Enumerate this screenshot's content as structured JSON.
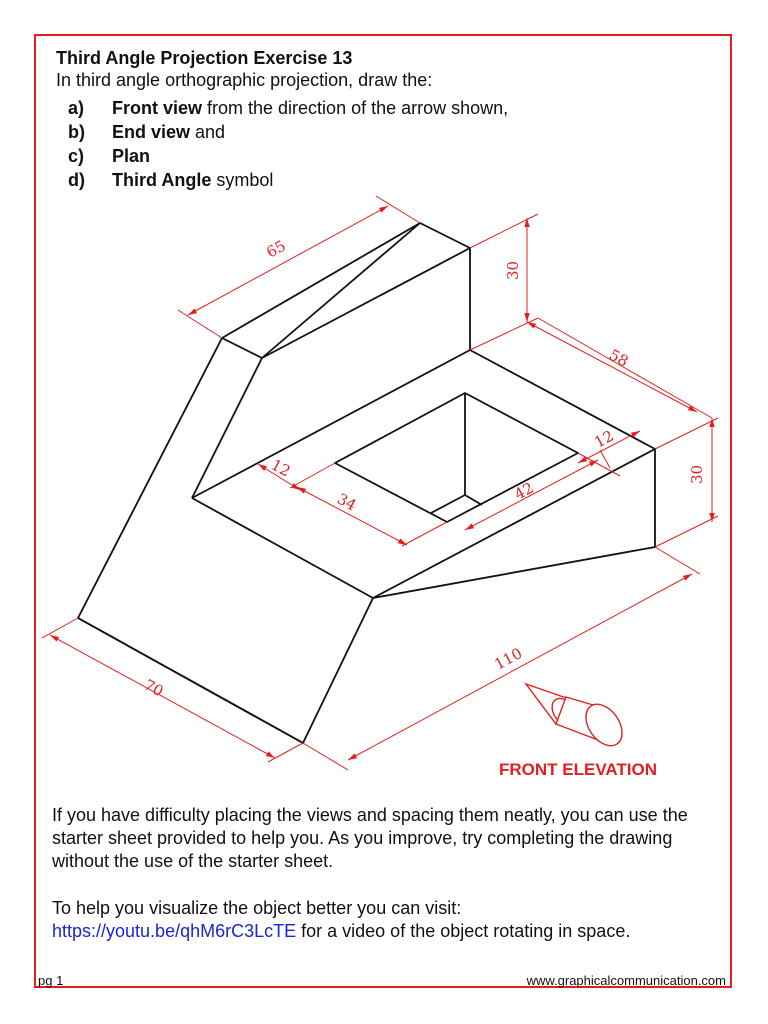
{
  "title": "Third Angle Projection Exercise 13",
  "intro": "In third angle orthographic projection, draw the:",
  "tasks": [
    {
      "key": "a)",
      "bold": "Front view",
      "rest": " from the direction of the arrow shown,"
    },
    {
      "key": "b)",
      "bold": "End view",
      "rest": " and"
    },
    {
      "key": "c)",
      "bold": "Plan",
      "rest": ""
    },
    {
      "key": "d)",
      "bold": "Third Angle",
      "rest": " symbol"
    }
  ],
  "dimensions": {
    "top_length": "65",
    "back_height": "30",
    "side_depth": "58",
    "front_height": "30",
    "hole_offset_left": "12",
    "hole_width": "34",
    "hole_length": "42",
    "hole_offset_right": "12",
    "base_depth": "70",
    "base_length": "110"
  },
  "front_elevation_label": "FRONT ELEVATION",
  "paragraph1": "If you have difficulty placing the views and spacing them neatly, you can use the starter sheet provided to help you. As you improve, try completing the drawing without the use of the starter sheet.",
  "paragraph2_prefix": "To help you visualize the object better you can visit: ",
  "paragraph2_link": "https://youtu.be/qhM6rC3LcTE",
  "paragraph2_suffix": " for a video of the object rotating in space.",
  "footer": {
    "page": "pg 1",
    "website": "www.graphicalcommunication.com"
  },
  "colors": {
    "accent": "#e02020",
    "link": "#1a24d6",
    "ink": "#111111"
  }
}
